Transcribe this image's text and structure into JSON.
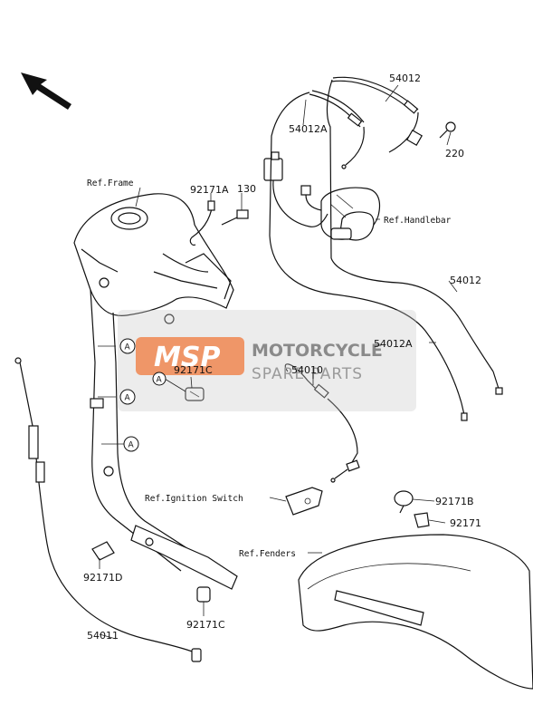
{
  "labels": {
    "p54012_top": "54012",
    "p54012A_top": "54012A",
    "p220": "220",
    "p92171A": "92171A",
    "p130": "130",
    "p54012_right": "54012",
    "p54012A_right": "54012A",
    "p54010": "54010",
    "p92171C_mid": "92171C",
    "p92171B": "92171B",
    "p92171": "92171",
    "p92171D": "92171D",
    "p54011": "54011",
    "p92171C_bottom": "92171C"
  },
  "refs": {
    "frame": "Ref.Frame",
    "handlebar": "Ref.Handlebar",
    "ignition": "Ref.Ignition Switch",
    "fenders": "Ref.Fenders"
  },
  "callouts": {
    "a1": "A",
    "a2": "A",
    "a3": "A",
    "a4": "A"
  },
  "watermark": {
    "logo": "MSP",
    "title": "MOTORCYCLE",
    "subtitle": "SPARE PARTS"
  },
  "colors": {
    "logo_orange": "#f07a3c",
    "watermark_gray": "#c8c8c8"
  }
}
